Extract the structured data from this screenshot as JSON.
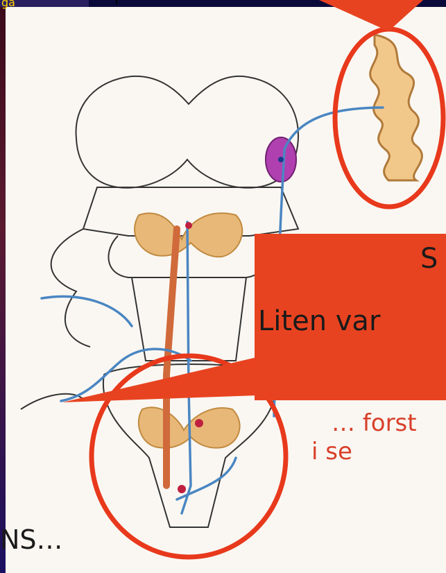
{
  "page_label": "ga",
  "callout": {
    "title": "S",
    "subtitle": "Liten var"
  },
  "note": {
    "line1": "… forst",
    "line2": "i sentr"
  },
  "bottom_label": "NS…",
  "colors": {
    "callout_fill": "#e84320",
    "ring_stroke": "#e8391c",
    "nerve_blue": "#4a86c2",
    "tract_orange": "#d06a3a",
    "grey_matter": "#e8b878",
    "nucleus_purple": "#b040b0",
    "note_text": "#d8402a",
    "label_yellow": "#ffd400",
    "background_navy": "#0a0a3a"
  },
  "icons": [
    "speech-callout",
    "highlight-ring",
    "nerve-fiber",
    "motor-neuron",
    "muscle-spindle"
  ]
}
